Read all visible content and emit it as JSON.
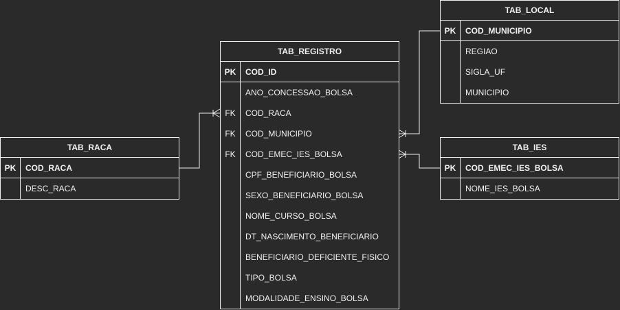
{
  "tables": {
    "registro": {
      "title": "TAB_REGISTRO",
      "pk": {
        "key": "PK",
        "field": "COD_ID"
      },
      "rows": [
        {
          "key": "",
          "field": "ANO_CONCESSAO_BOLSA"
        },
        {
          "key": "FK",
          "field": "COD_RACA"
        },
        {
          "key": "FK",
          "field": "COD_MUNICIPIO"
        },
        {
          "key": "FK",
          "field": "COD_EMEC_IES_BOLSA"
        },
        {
          "key": "",
          "field": "CPF_BENEFICIARIO_BOLSA"
        },
        {
          "key": "",
          "field": "SEXO_BENEFICIARIO_BOLSA"
        },
        {
          "key": "",
          "field": "NOME_CURSO_BOLSA"
        },
        {
          "key": "",
          "field": "DT_NASCIMENTO_BENEFICIARIO"
        },
        {
          "key": "",
          "field": "BENEFICIARIO_DEFICIENTE_FISICO"
        },
        {
          "key": "",
          "field": "TIPO_BOLSA"
        },
        {
          "key": "",
          "field": "MODALIDADE_ENSINO_BOLSA"
        }
      ]
    },
    "raca": {
      "title": "TAB_RACA",
      "pk": {
        "key": "PK",
        "field": "COD_RACA"
      },
      "rows": [
        {
          "key": "",
          "field": "DESC_RACA"
        }
      ]
    },
    "local": {
      "title": "TAB_LOCAL",
      "pk": {
        "key": "PK",
        "field": "COD_MUNICIPIO"
      },
      "rows": [
        {
          "key": "",
          "field": "REGIAO"
        },
        {
          "key": "",
          "field": "SIGLA_UF"
        },
        {
          "key": "",
          "field": "MUNICIPIO"
        }
      ]
    },
    "ies": {
      "title": "TAB_IES",
      "pk": {
        "key": "PK",
        "field": "COD_EMEC_IES_BOLSA"
      },
      "rows": [
        {
          "key": "",
          "field": "NOME_IES_BOLSA"
        }
      ]
    }
  },
  "relationships": [
    {
      "from": "raca.COD_RACA",
      "to": "registro.COD_RACA",
      "cardinality": "one-to-many"
    },
    {
      "from": "local.COD_MUNICIPIO",
      "to": "registro.COD_MUNICIPIO",
      "cardinality": "one-to-many"
    },
    {
      "from": "ies.COD_EMEC_IES_BOLSA",
      "to": "registro.COD_EMEC_IES_BOLSA",
      "cardinality": "one-to-many"
    }
  ],
  "colors": {
    "background": "#2a2a2a",
    "stroke": "#f0f0f0",
    "text": "#f0f0f0"
  }
}
